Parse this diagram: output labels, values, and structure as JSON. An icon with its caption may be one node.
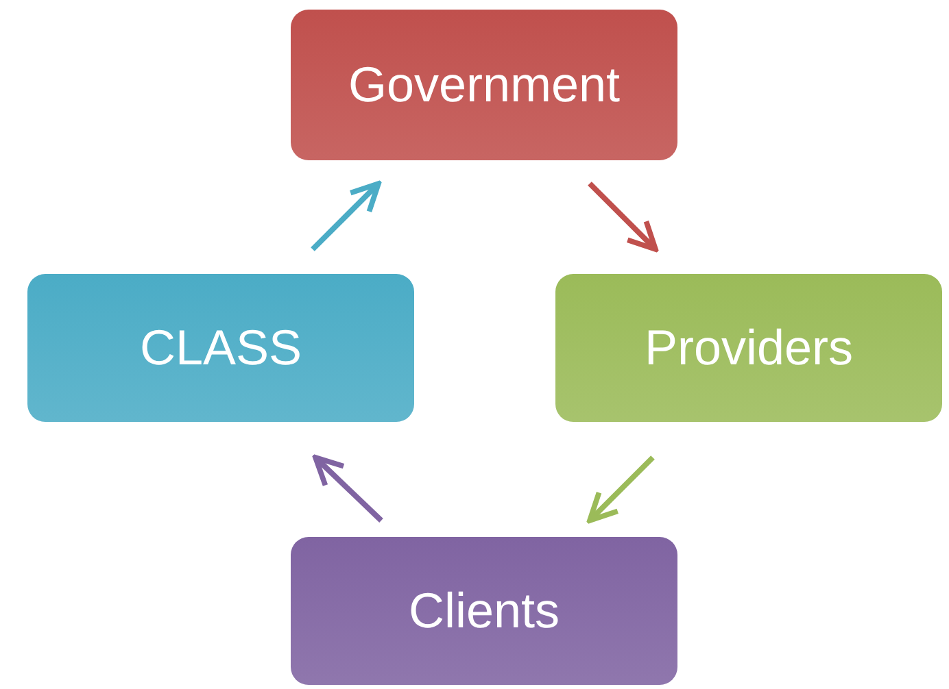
{
  "diagram": {
    "nodes": [
      {
        "text": [
          "Government"
        ]
      },
      {
        "text": [
          "Providers"
        ]
      },
      {
        "text": [
          "Clients"
        ]
      },
      {
        "text": [
          "CLASS"
        ]
      }
    ],
    "edges": [
      {
        "from": 3,
        "to": 0,
        "arrow": "to",
        "color": "#4bacc6"
      },
      {
        "from": 0,
        "to": 1,
        "arrow": "to",
        "color": "#c0504d"
      },
      {
        "from": 1,
        "to": 2,
        "arrow": "to",
        "color": "#9bbb59"
      },
      {
        "from": 2,
        "to": 3,
        "arrow": "to",
        "color": "#8064a2"
      }
    ]
  }
}
